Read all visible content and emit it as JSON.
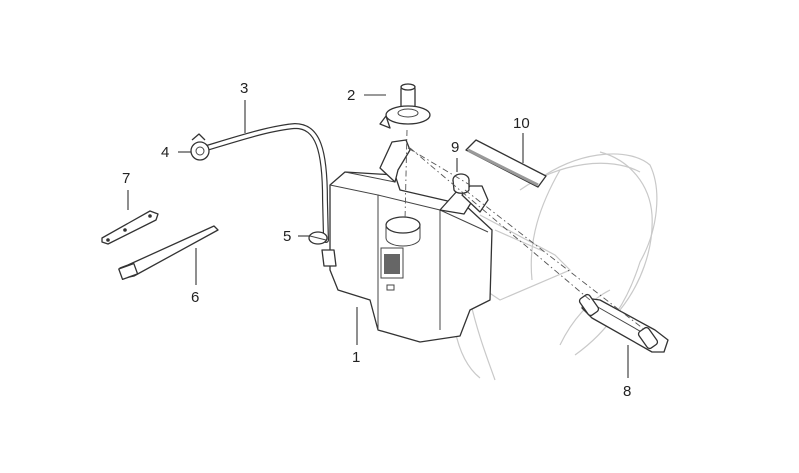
{
  "callouts": [
    {
      "id": "part-1",
      "label": "1"
    },
    {
      "id": "part-2",
      "label": "2"
    },
    {
      "id": "part-3",
      "label": "3"
    },
    {
      "id": "part-4",
      "label": "4"
    },
    {
      "id": "part-5",
      "label": "5"
    },
    {
      "id": "part-6",
      "label": "6"
    },
    {
      "id": "part-7",
      "label": "7"
    },
    {
      "id": "part-8",
      "label": "8"
    },
    {
      "id": "part-9",
      "label": "9"
    },
    {
      "id": "part-10",
      "label": "10"
    }
  ]
}
